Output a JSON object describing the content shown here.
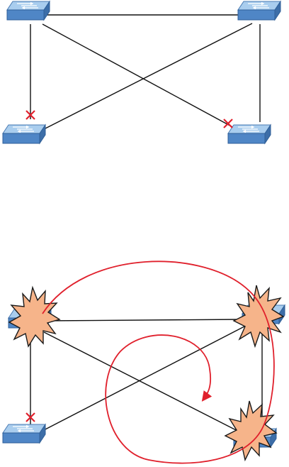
{
  "diagrams": [
    {
      "id": "redundant-topology-blocked",
      "switches": [
        "sw-top-left",
        "sw-top-right",
        "sw-bottom-left",
        "sw-bottom-right"
      ],
      "links": [
        {
          "from": "sw-top-left",
          "to": "sw-top-right",
          "state": "forwarding"
        },
        {
          "from": "sw-top-left",
          "to": "sw-bottom-left",
          "state": "blocked"
        },
        {
          "from": "sw-top-left",
          "to": "sw-bottom-right",
          "state": "blocked"
        },
        {
          "from": "sw-top-right",
          "to": "sw-bottom-left",
          "state": "forwarding"
        },
        {
          "from": "sw-top-right",
          "to": "sw-bottom-right",
          "state": "forwarding"
        }
      ]
    },
    {
      "id": "broadcast-storm-loop",
      "switches": [
        "sw-top-left",
        "sw-top-right",
        "sw-bottom-left",
        "sw-bottom-right"
      ],
      "overloaded_switches": [
        "sw-top-left",
        "sw-top-right",
        "sw-bottom-right"
      ],
      "links": [
        {
          "from": "sw-top-left",
          "to": "sw-top-right",
          "state": "forwarding"
        },
        {
          "from": "sw-top-left",
          "to": "sw-bottom-left",
          "state": "blocked"
        },
        {
          "from": "sw-top-left",
          "to": "sw-bottom-right",
          "state": "forwarding"
        },
        {
          "from": "sw-top-right",
          "to": "sw-bottom-left",
          "state": "forwarding"
        },
        {
          "from": "sw-top-right",
          "to": "sw-bottom-right",
          "state": "forwarding"
        }
      ],
      "loop_arrows": 2
    }
  ],
  "colors": {
    "switch_top": "#a9cdee",
    "switch_front": "#4f86c6",
    "blocked_marker": "#e0202c",
    "loop_arrow": "#e0202c",
    "burst_fill": "#f6b48a",
    "link": "#111111"
  },
  "icons": [
    "network-switch-icon",
    "blocked-port-x-icon",
    "explosion-burst-icon",
    "loop-arrow-icon"
  ]
}
